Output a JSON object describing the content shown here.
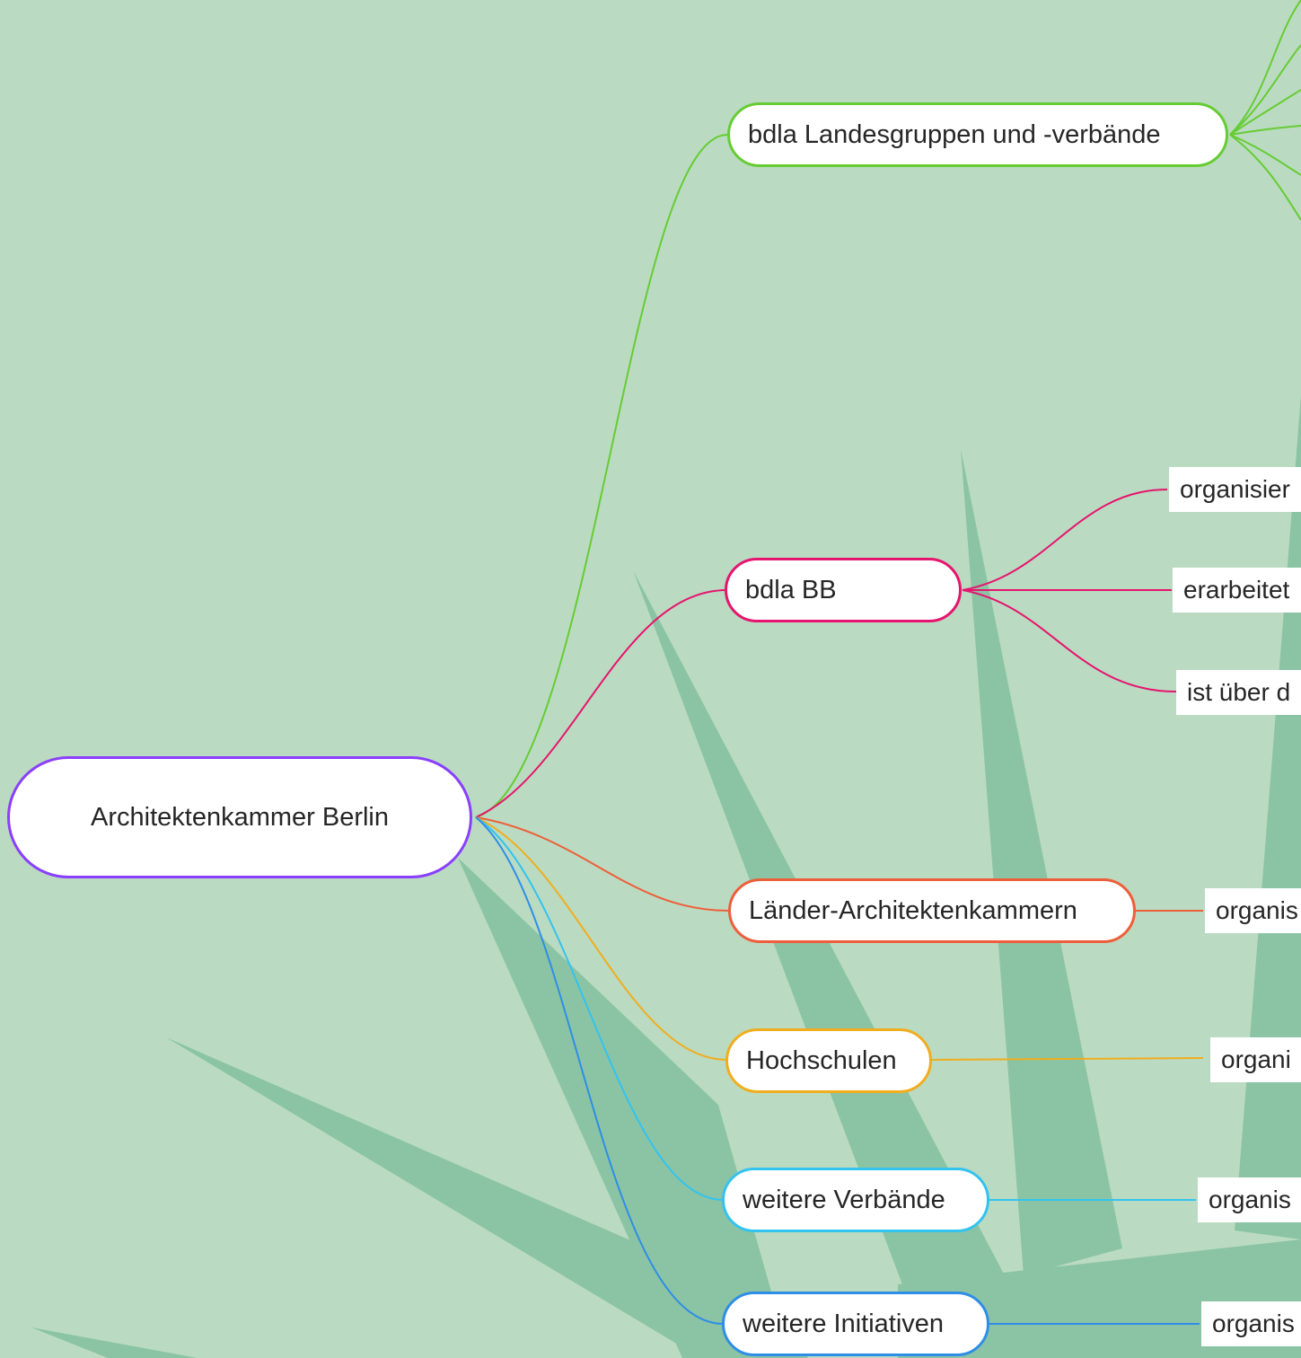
{
  "colors": {
    "background": "#badbc1",
    "leaf_shape": "#8bc4a4",
    "root": "#8a3ffc",
    "green": "#66cc33",
    "pink": "#e6146e",
    "red": "#ee5e3a",
    "orange": "#f0ad1e",
    "lightblue": "#33c3f0",
    "blue": "#2e8ee6"
  },
  "root": {
    "label": "Architektenkammer Berlin"
  },
  "branches": [
    {
      "label": "bdla Landesgruppen und -verbände",
      "color": "green"
    },
    {
      "label": "bdla BB",
      "color": "pink"
    },
    {
      "label": "Länder-Architektenkammern",
      "color": "red"
    },
    {
      "label": "Hochschulen",
      "color": "orange"
    },
    {
      "label": "weitere Verbände",
      "color": "lightblue"
    },
    {
      "label": "weitere Initiativen",
      "color": "blue"
    }
  ],
  "leaves": {
    "bdla_bb": [
      "organisier",
      "erarbeitet",
      "ist über d"
    ],
    "laender": "organis",
    "hochschulen": "organi",
    "verbaende": "organis",
    "initiativen": "organis"
  }
}
